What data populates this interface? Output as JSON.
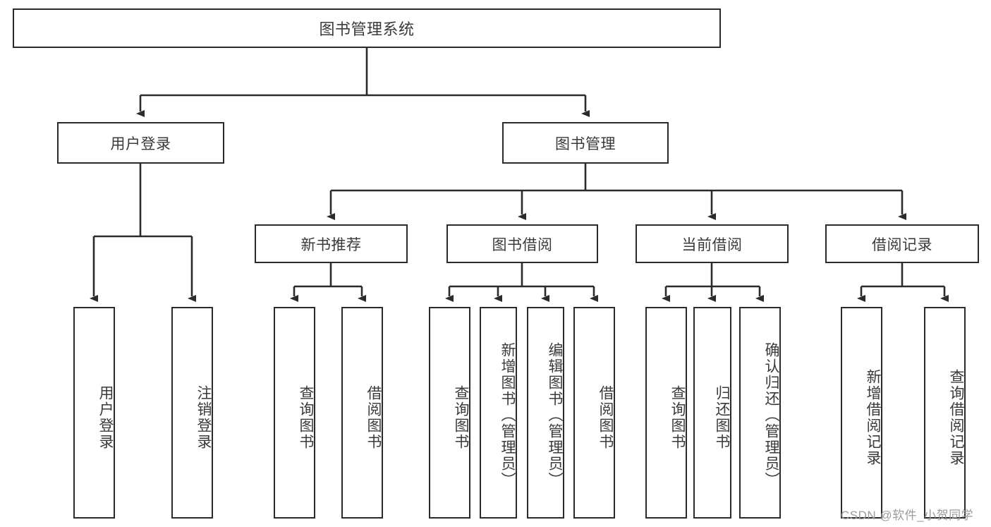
{
  "diagram": {
    "title": "图书管理系统",
    "type": "hierarchy-tree",
    "watermark": "CSDN @软件_小贺同学",
    "colors": {
      "stroke": "#2b2b2b",
      "text": "#3a3a3a",
      "background": "#ffffff",
      "watermark": "#9b9b9b"
    },
    "nodes": {
      "root": {
        "label": "图书管理系统"
      },
      "level2": [
        {
          "label": "用户登录"
        },
        {
          "label": "图书管理"
        }
      ],
      "level3": [
        {
          "label": "新书推荐"
        },
        {
          "label": "图书借阅"
        },
        {
          "label": "当前借阅"
        },
        {
          "label": "借阅记录"
        }
      ],
      "leaves": {
        "user_login": [
          {
            "label": "用户登录"
          },
          {
            "label": "注销登录"
          }
        ],
        "new_book_recommend": [
          {
            "label": "查询图书"
          },
          {
            "label": "借阅图书"
          }
        ],
        "book_borrow": [
          {
            "label": "查询图书"
          },
          {
            "label": "新增图书（管理员）"
          },
          {
            "label": "编辑图书（管理员）"
          },
          {
            "label": "借阅图书"
          }
        ],
        "current_borrow": [
          {
            "label": "查询图书"
          },
          {
            "label": "归还图书"
          },
          {
            "label": "确认归还（管理员）"
          }
        ],
        "borrow_record": [
          {
            "label": "新增借阅记录"
          },
          {
            "label": "查询借阅记录"
          }
        ]
      }
    }
  }
}
